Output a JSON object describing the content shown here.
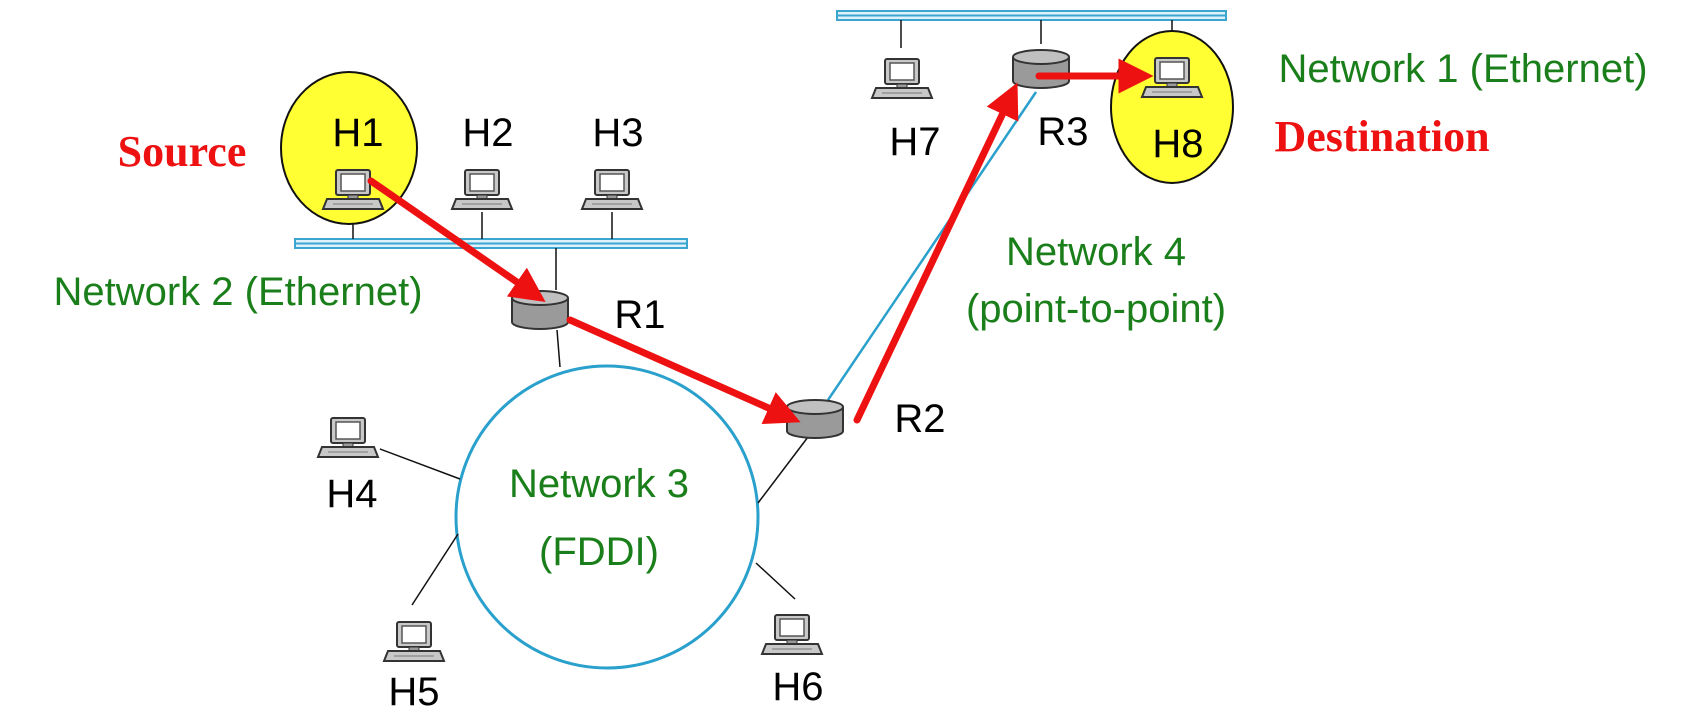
{
  "colors": {
    "network_label": "#1a7f1a",
    "role_label": "#ee1111",
    "path_arrow": "#ee1111",
    "highlight": "#ffff33",
    "bus_cable": "#3aa6d0",
    "fddi_ring": "#2aa0cc",
    "router_fill": "#9a9a9a",
    "computer_fill": "#c8c8c8"
  },
  "labels": {
    "source": "Source",
    "destination": "Destination",
    "network1": "Network 1 (Ethernet)",
    "network2": "Network 2 (Ethernet)",
    "network3_line1": "Network 3",
    "network3_line2": "(FDDI)",
    "network4_line1": "Network 4",
    "network4_line2": "(point-to-point)"
  },
  "hosts": [
    "H1",
    "H2",
    "H3",
    "H4",
    "H5",
    "H6",
    "H7",
    "H8"
  ],
  "routers": [
    "R1",
    "R2",
    "R3"
  ],
  "route": [
    "H1",
    "R1",
    "R2",
    "R3",
    "H8"
  ]
}
